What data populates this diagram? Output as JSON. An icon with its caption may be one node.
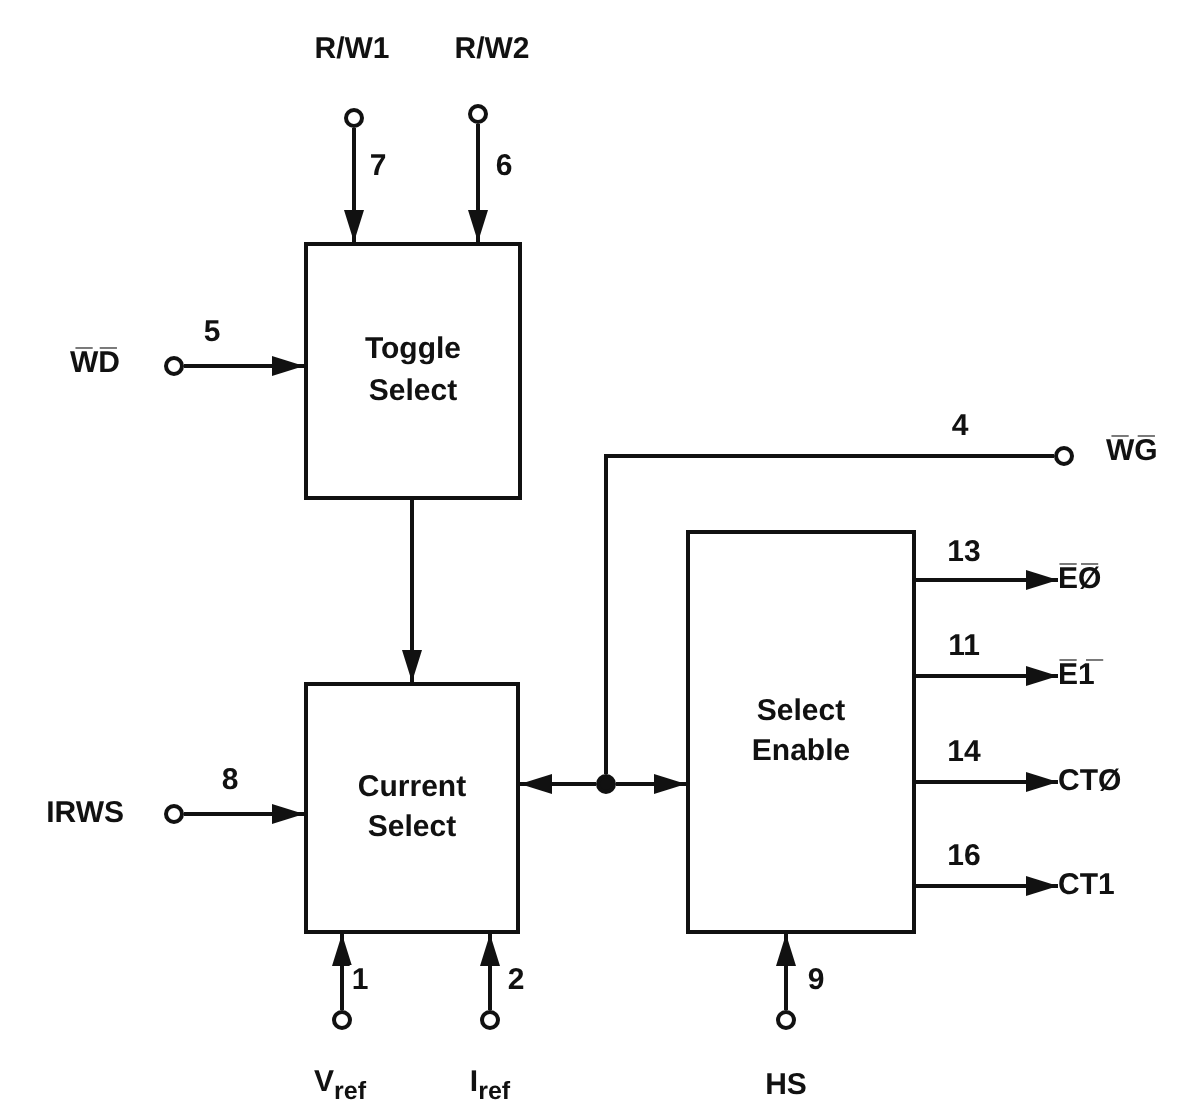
{
  "diagram": {
    "nodes": [
      {
        "text": [
          "Toggle Select"
        ]
      },
      {
        "text": [
          "Current Select"
        ]
      },
      {
        "text": [
          "Select Enable"
        ]
      },
      {
        "text": [],
        "shape": "circle",
        "beside": [
          "R/W1"
        ]
      },
      {
        "text": [],
        "shape": "circle",
        "beside": [
          "R/W2"
        ]
      },
      {
        "text": [],
        "shape": "circle",
        "beside": [
          "W̅D̅"
        ]
      },
      {
        "text": [],
        "shape": "circle",
        "beside": [
          "IRWS"
        ]
      },
      {
        "text": [],
        "shape": "circle",
        "beside": [
          "V$_{ref}$"
        ]
      },
      {
        "text": [],
        "shape": "circle",
        "beside": [
          "I$_{ref}$"
        ]
      },
      {
        "text": [],
        "shape": "circle",
        "beside": [
          "W̅G̅"
        ]
      },
      {
        "text": [],
        "shape": "circle",
        "beside": [
          "HS"
        ]
      },
      {
        "text": [],
        "shape": "dot"
      },
      {
        "text": [
          "E̅Ø̅"
        ]
      },
      {
        "text": [
          "E̅1̅"
        ]
      },
      {
        "text": [
          "CTØ"
        ]
      },
      {
        "text": [
          "CT1"
        ]
      }
    ],
    "edges": [
      {
        "from": 3,
        "to": 0,
        "arrow": "to",
        "label": "7"
      },
      {
        "from": 4,
        "to": 0,
        "arrow": "to",
        "label": "6"
      },
      {
        "from": 5,
        "to": 0,
        "arrow": "to",
        "label": "5"
      },
      {
        "from": 0,
        "to": 1,
        "arrow": "to"
      },
      {
        "from": 6,
        "to": 1,
        "arrow": "to",
        "label": "8"
      },
      {
        "from": 7,
        "to": 1,
        "arrow": "to",
        "label": "1"
      },
      {
        "from": 8,
        "to": 1,
        "arrow": "to",
        "label": "2"
      },
      {
        "from": 9,
        "to": 11,
        "arrow": "none",
        "label": "4"
      },
      {
        "from": 11,
        "to": 1,
        "arrow": "to"
      },
      {
        "from": 11,
        "to": 2,
        "arrow": "to"
      },
      {
        "from": 2,
        "to": 12,
        "arrow": "to",
        "label": "13"
      },
      {
        "from": 2,
        "to": 13,
        "arrow": "to",
        "label": "11"
      },
      {
        "from": 2,
        "to": 14,
        "arrow": "to",
        "label": "14"
      },
      {
        "from": 2,
        "to": 15,
        "arrow": "to",
        "label": "16"
      },
      {
        "from": 10,
        "to": 2,
        "arrow": "to",
        "label": "9"
      }
    ]
  }
}
